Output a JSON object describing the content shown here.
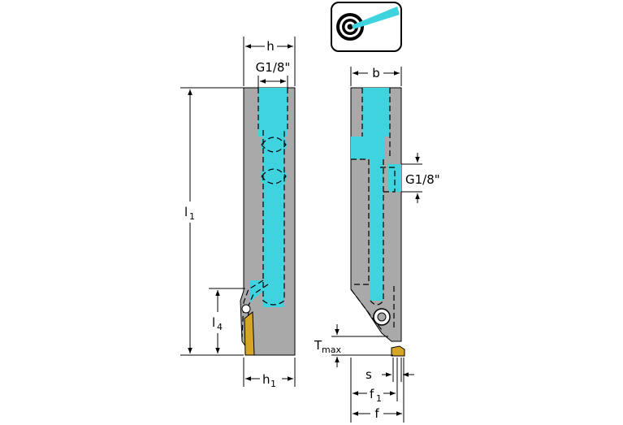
{
  "colors": {
    "body": "#a9a9a9",
    "coolant": "#3fd3e0",
    "insert": "#d6a526",
    "outline": "#000000"
  },
  "icon": {
    "name": "coolant-target-icon"
  },
  "left_view": {
    "dim_h": "h",
    "dim_g": "G1/8\"",
    "dim_l1_main": "l",
    "dim_l1_sub": "1",
    "dim_l4_main": "l",
    "dim_l4_sub": "4",
    "dim_h1_main": "h",
    "dim_h1_sub": "1"
  },
  "right_view": {
    "dim_b": "b",
    "dim_g": "G1/8\"",
    "dim_tmax_main": "T",
    "dim_tmax_sub": "max",
    "dim_s": "s",
    "dim_f1_main": "f",
    "dim_f1_sub": "1",
    "dim_f": "f"
  }
}
